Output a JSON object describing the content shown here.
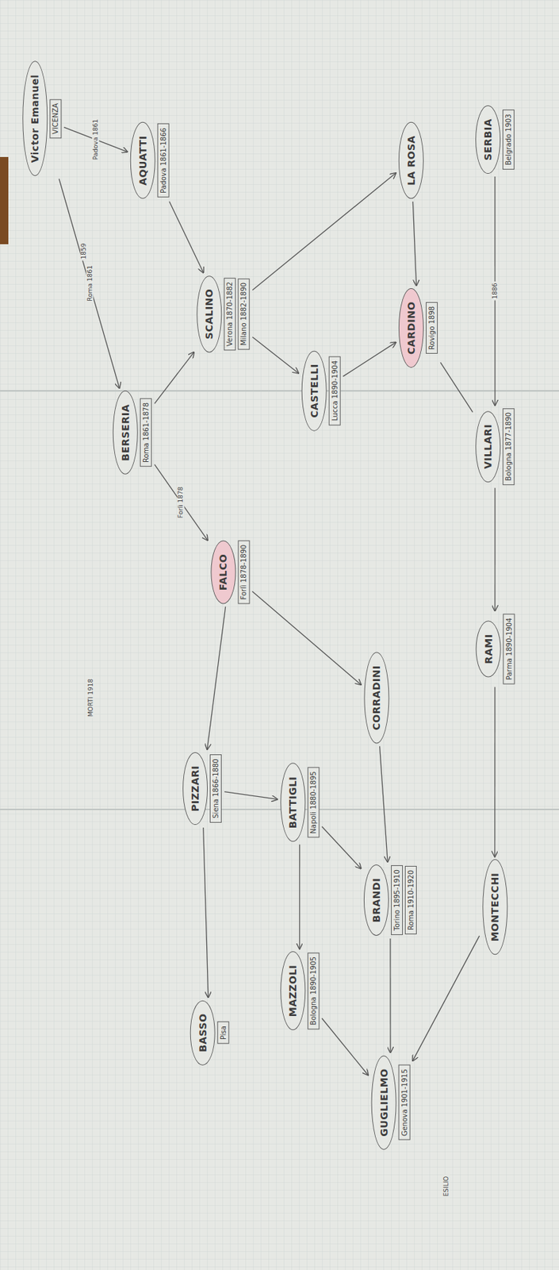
{
  "diagram": {
    "nodes": [
      {
        "text": [
          "Victor Emanuel",
          "VICENZA"
        ]
      },
      {
        "text": [
          "AQUATTI",
          "Padova 1861-1866"
        ]
      },
      {
        "text": [
          "BERSERIA",
          "Roma 1861-1878"
        ]
      },
      {
        "text": [
          "SCALINO",
          "Verona 1870-1882",
          "Milano 1882-1890"
        ]
      },
      {
        "text": [
          "FALCO",
          "Forlì 1878-1890"
        ]
      },
      {
        "text": [
          "PIZZARI",
          "Siena 1866-1880"
        ]
      },
      {
        "text": [
          "CASTELLI",
          "Lucca 1890-1904"
        ]
      },
      {
        "text": [
          "LA ROSA"
        ]
      },
      {
        "text": [
          "CARDINO",
          "Rovigo 1898"
        ]
      },
      {
        "text": [
          "BATTIGLI",
          "Napoli 1880-1895"
        ]
      },
      {
        "text": [
          "CORRADINI"
        ]
      },
      {
        "text": [
          "BRANDI",
          "Torino 1895-1910",
          "Roma 1910-1920"
        ]
      },
      {
        "text": [
          "GUGLIELMO",
          "Genova 1901-1915"
        ]
      },
      {
        "text": [
          "BASSO",
          "Pisa"
        ]
      },
      {
        "text": [
          "MAZZOLI",
          "Bologna 1890-1905"
        ]
      },
      {
        "text": [
          "SERBIA",
          "Belgrado 1903"
        ]
      },
      {
        "text": [
          "VILLARI",
          "Bologna 1877-1890"
        ]
      },
      {
        "text": [
          "RAMI",
          "Parma 1890-1904"
        ]
      },
      {
        "text": [
          "MONTECCHI"
        ]
      }
    ],
    "edges": [
      {
        "from": 0,
        "to": 1,
        "arrow": "to",
        "label": "Padova 1861"
      },
      {
        "from": 0,
        "to": 2,
        "arrow": "to",
        "label": "Roma 1861"
      },
      {
        "from": 1,
        "to": 3,
        "arrow": "to"
      },
      {
        "from": 2,
        "to": 3,
        "arrow": "to"
      },
      {
        "from": 2,
        "to": 4,
        "arrow": "to",
        "label": "Forlì 1878"
      },
      {
        "from": 3,
        "to": 6,
        "arrow": "to"
      },
      {
        "from": 3,
        "to": 7,
        "arrow": "to"
      },
      {
        "from": 7,
        "to": 8,
        "arrow": "to"
      },
      {
        "from": 6,
        "to": 8,
        "arrow": "to"
      },
      {
        "from": 4,
        "to": 5,
        "arrow": "to"
      },
      {
        "from": 4,
        "to": 10,
        "arrow": "to"
      },
      {
        "from": 5,
        "to": 9,
        "arrow": "to"
      },
      {
        "from": 9,
        "to": 11,
        "arrow": "to"
      },
      {
        "from": 10,
        "to": 11,
        "arrow": "to"
      },
      {
        "from": 5,
        "to": 13,
        "arrow": "to"
      },
      {
        "from": 9,
        "to": 14,
        "arrow": "to"
      },
      {
        "from": 14,
        "to": 12,
        "arrow": "to"
      },
      {
        "from": 11,
        "to": 12,
        "arrow": "to"
      },
      {
        "from": 15,
        "to": 16,
        "arrow": "to",
        "label": "1886"
      },
      {
        "from": 16,
        "to": 17,
        "arrow": "to"
      },
      {
        "from": 17,
        "to": 18,
        "arrow": "to"
      },
      {
        "from": 8,
        "to": 16,
        "arrow": "none"
      },
      {
        "from": 18,
        "to": 12,
        "arrow": "to"
      }
    ],
    "labels": [
      "MORTI 1918",
      "1859",
      "ESILIO"
    ]
  }
}
